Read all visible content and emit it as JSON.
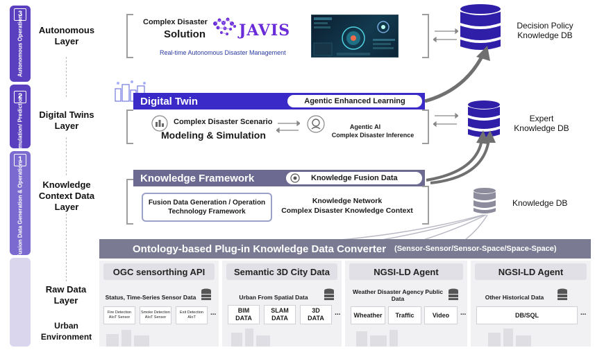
{
  "colors": {
    "strip": "#5a3fbf",
    "strip_light": "#7b6bd0",
    "digital_twin_bar": "#3a2bc9",
    "knowledge_bar": "#6d6a92",
    "ontology_bar": "#7a7a92",
    "db_dark": "#2f1fa8",
    "db_gray": "#8c8c9c",
    "javis": "#6a2bd8"
  },
  "strip": {
    "seg3": {
      "num": "3",
      "text": "Autonomous Operation"
    },
    "seg2": {
      "num": "2",
      "text": "Simulation/ Prediction"
    },
    "seg1": {
      "num": "1",
      "text": "Fusion Data Generation & Operation"
    }
  },
  "layers": {
    "autonomous": "Autonomous Layer",
    "digital_twins": "Digital Twins Layer",
    "knowledge": "Knowledge Context Data Layer",
    "raw": "Raw Data Layer",
    "urban": "Urban Environment"
  },
  "autonomous": {
    "complex_disaster": "Complex Disaster",
    "solution": "Solution",
    "brand": "JAVIS",
    "subtitle": "Real-time Autonomous Disaster Management"
  },
  "digital_twin": {
    "bar_title": "Digital Twin",
    "pill": "Agentic Enhanced Learning",
    "scenario": "Complex Disaster Scenario",
    "modeling": "Modeling & Simulation",
    "agentic_ai": "Agentic AI",
    "inference": "Complex Disaster Inference"
  },
  "knowledge_framework": {
    "bar_title": "Knowledge Framework",
    "pill": "Knowledge Fusion Data",
    "fusion_box": "Fusion Data Generation / Operation Technology Framework",
    "network": "Knowledge Network",
    "context": "Complex Disaster Knowledge Context"
  },
  "databases": {
    "decision": "Decision Policy Knowledge DB",
    "expert": "Expert Knowledge DB",
    "knowledge": "Knowledge DB"
  },
  "ontology": {
    "title": "Ontology-based Plug-in Knowledge Data Converter",
    "modes": "(Sensor-Sensor/Sensor-Space/Space-Space)"
  },
  "sources": [
    {
      "head": "OGC sensorthing API",
      "label": "Status, Time-Series Sensor Data",
      "items": [
        "Fire Detection AIoT Sensor",
        "Smoke Detection AIoT Sensor",
        "Exit Detection AIoT"
      ],
      "more": "..."
    },
    {
      "head": "Semantic 3D City Data",
      "label": "Urban From Spatial Data",
      "items": [
        "BIM DATA",
        "SLAM DATA",
        "3D DATA"
      ],
      "more": "..."
    },
    {
      "head": "NGSI-LD Agent",
      "label": "Weather Disaster Agency Public Data",
      "items": [
        "Wheather",
        "Traffic",
        "Video"
      ],
      "more": "..."
    },
    {
      "head": "NGSI-LD Agent",
      "label": "Other Historical Data",
      "items": [
        "DB/SQL"
      ],
      "more": "..."
    }
  ]
}
